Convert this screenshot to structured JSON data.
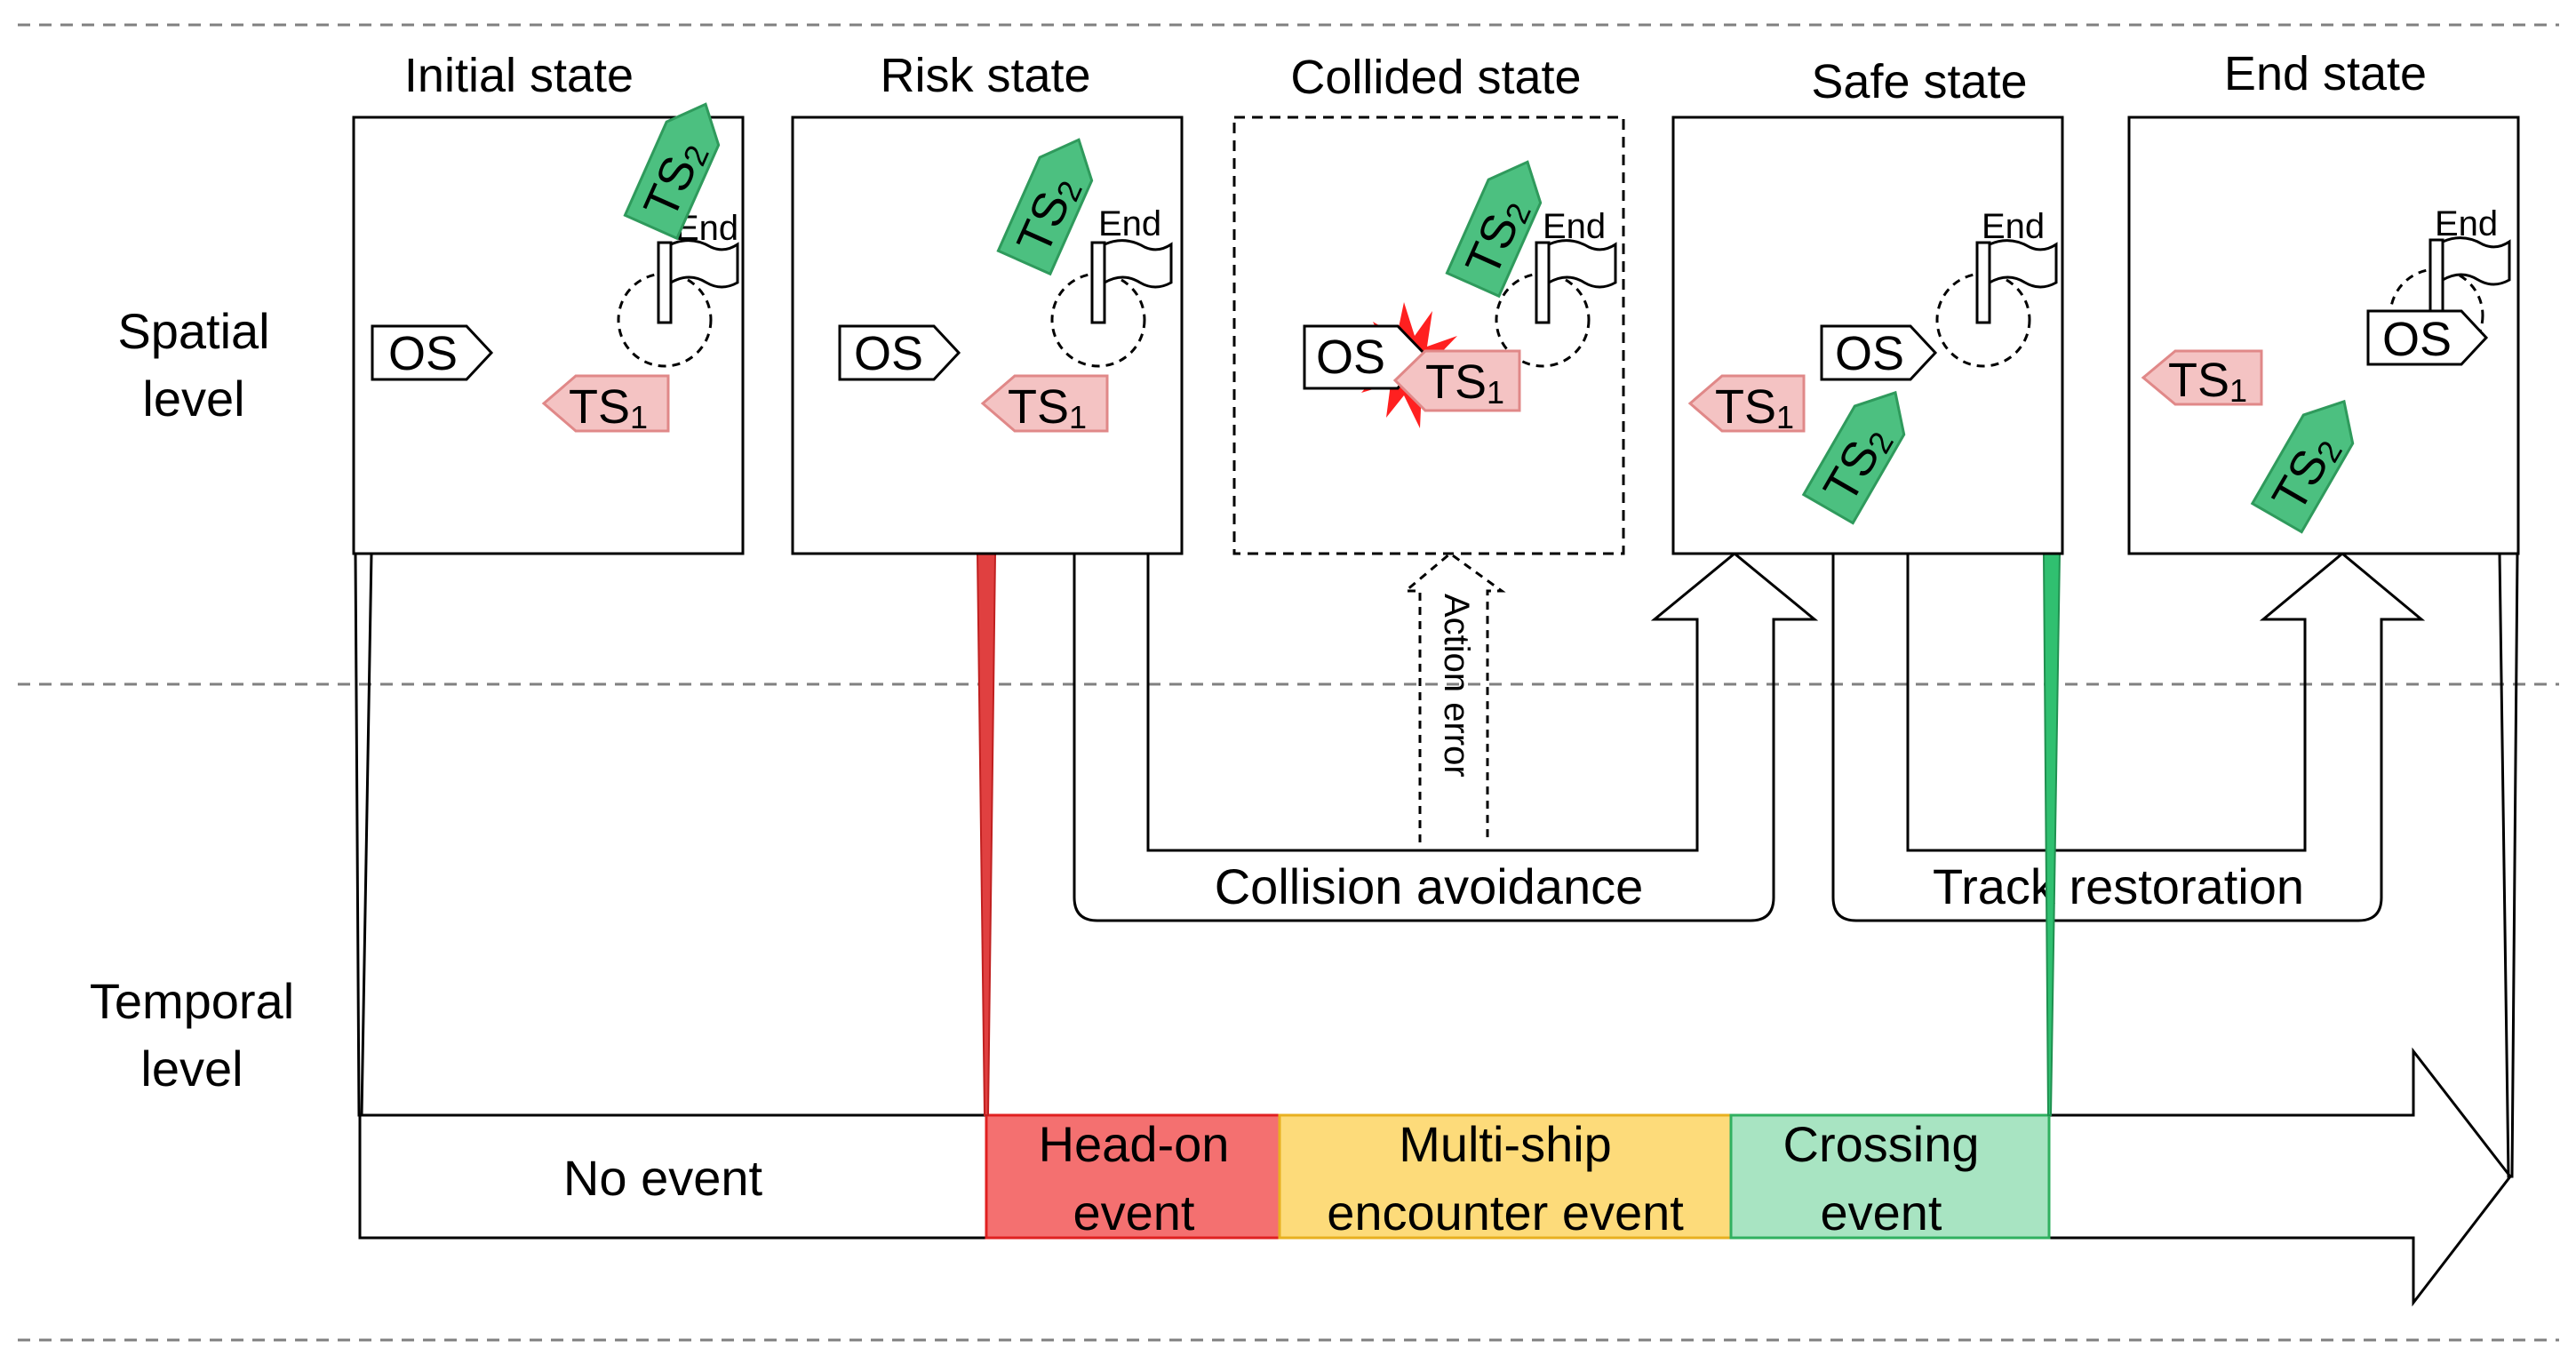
{
  "level_labels": {
    "spatial_line1": "Spatial",
    "spatial_line2": "level",
    "temporal_line1": "Temporal",
    "temporal_line2": "level"
  },
  "states": [
    {
      "title": "Initial state"
    },
    {
      "title": "Risk state"
    },
    {
      "title": "Collided state"
    },
    {
      "title": "Safe state"
    },
    {
      "title": "End state"
    }
  ],
  "ships": {
    "own": "OS",
    "target_prefix": "TS",
    "ts1_sub": "1",
    "ts2_sub": "2",
    "end_flag": "End"
  },
  "transitions": {
    "action_error": "Action error",
    "collision_avoidance": "Collision avoidance",
    "track_restoration": "Track restoration"
  },
  "timeline": [
    {
      "line1": "No event",
      "line2": "",
      "color": "#ffffff"
    },
    {
      "line1": "Head-on",
      "line2": "event",
      "color": "#f47070"
    },
    {
      "line1": "Multi-ship",
      "line2": "encounter event",
      "color": "#fddb7a"
    },
    {
      "line1": "Crossing",
      "line2": "event",
      "color": "#a8e4c2"
    }
  ],
  "colors": {
    "ts1_fill": "#f4c3c3",
    "ts1_stroke": "#e08888",
    "ts2_fill": "#4cc080",
    "ts2_stroke": "#2f9a5c",
    "collision_burst": "#ff2020",
    "headon_marker": "#e04040",
    "crossing_marker": "#30c070"
  }
}
